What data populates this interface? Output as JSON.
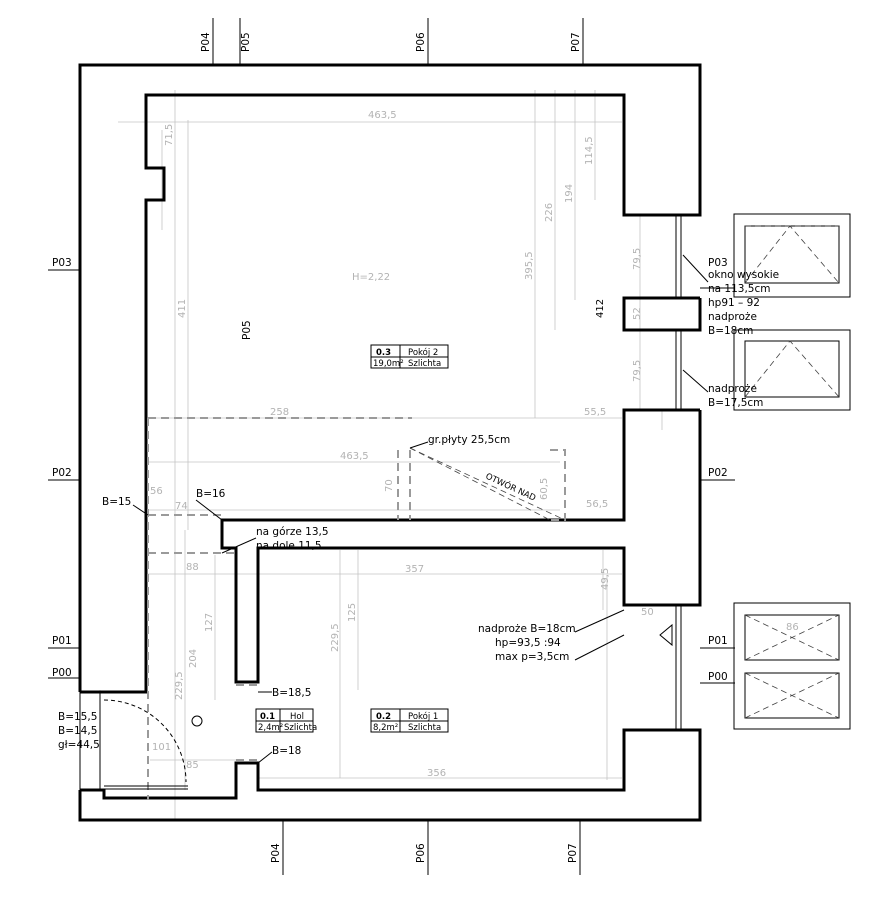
{
  "section_markers": {
    "top": [
      "P04",
      "P05",
      "P06",
      "P07"
    ],
    "bottom": [
      "P04",
      "P06",
      "P07"
    ],
    "left": [
      "P03",
      "P02",
      "P01",
      "P00"
    ],
    "right": [
      "P03",
      "P02",
      "P01",
      "P00"
    ],
    "inner": "P05"
  },
  "rooms": [
    {
      "number": "0.3",
      "name": "Pokój 2",
      "area": "19,0m²",
      "finish": "Szlichta"
    },
    {
      "number": "0.2",
      "name": "Pokój 1",
      "area": "8,2m²",
      "finish": "Szlichta"
    },
    {
      "number": "0.1",
      "name": "Hol",
      "area": "2,4m²",
      "finish": "Szlichta"
    }
  ],
  "height_label": "H=2,22",
  "annotations": {
    "window_p03": [
      "okno wysokie",
      "na 113,5cm",
      "hp91 – 92",
      "nadproże",
      "B=18cm"
    ],
    "lintel_175": [
      "nadproże",
      "B=17,5cm"
    ],
    "slab": "gr.płyty 25,5cm",
    "opening": "OTWÓR NAD",
    "b15": "B=15",
    "b16": "B=16",
    "stair": [
      "na górze 13,5",
      "na dole 11,5"
    ],
    "lintel_door": [
      "nadproże B=18cm",
      "hp=93,5 :94",
      "max p=3,5cm"
    ],
    "b185": "B=18,5",
    "b18": "B=18",
    "entrance": [
      "B=15,5",
      "B=14,5",
      "gł=44,5"
    ]
  },
  "dimensions": {
    "top_width": "463,5",
    "mid_width": "463,5",
    "room2_width": "357",
    "room2_bottom": "356",
    "d258": "258",
    "d555": "55,5",
    "d565": "56,5",
    "d605": "60,5",
    "d70": "70",
    "d395": "395,5",
    "d226": "226",
    "d194": "194",
    "d1145": "114,5",
    "d412": "412",
    "d795a": "79,5",
    "d795b": "79,5",
    "d52": "52",
    "d715": "71,5",
    "d411": "411",
    "d56": "56",
    "d74": "74",
    "d88": "88",
    "d127": "127",
    "d204": "204",
    "d2295a": "229,5",
    "d2295b": "229,5",
    "d125": "125",
    "d495": "49,5",
    "d50": "50",
    "d86": "86",
    "d85": "85",
    "d101": "101"
  }
}
